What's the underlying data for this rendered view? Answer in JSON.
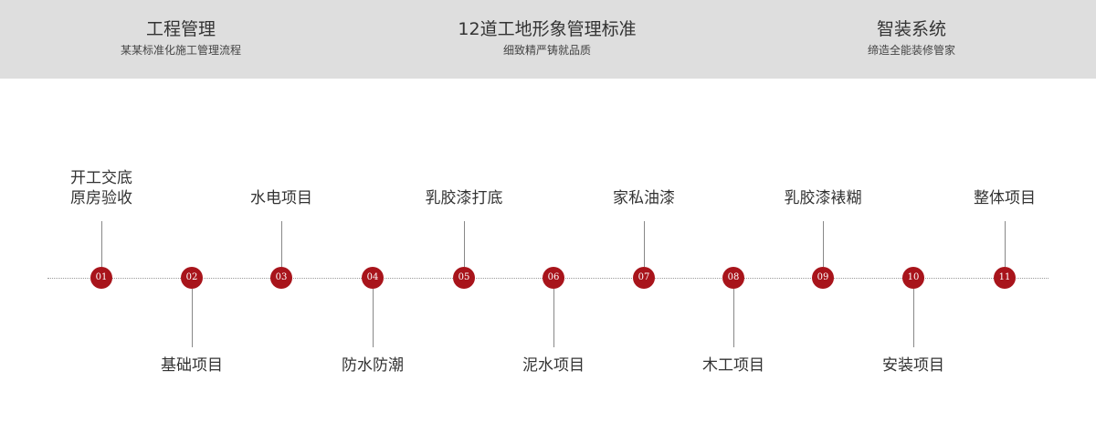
{
  "header": {
    "items": [
      {
        "title": "工程管理",
        "subtitle": "某某标准化施工管理流程"
      },
      {
        "title": "12道工地形象管理标准",
        "subtitle": "细致精严铸就品质"
      },
      {
        "title": "智装系统",
        "subtitle": "缔造全能装修管家"
      }
    ]
  },
  "steps": [
    {
      "num": "01",
      "label": "开工交底\n原房验收"
    },
    {
      "num": "02",
      "label": "基础项目"
    },
    {
      "num": "03",
      "label": "水电项目"
    },
    {
      "num": "04",
      "label": "防水防潮"
    },
    {
      "num": "05",
      "label": "乳胶漆打底"
    },
    {
      "num": "06",
      "label": "泥水项目"
    },
    {
      "num": "07",
      "label": "家私油漆"
    },
    {
      "num": "08",
      "label": "木工项目"
    },
    {
      "num": "09",
      "label": "乳胶漆裱糊"
    },
    {
      "num": "10",
      "label": "安装项目"
    },
    {
      "num": "11",
      "label": "整体项目"
    }
  ],
  "colors": {
    "accent": "#a8141b",
    "header_bg": "#dedede"
  }
}
